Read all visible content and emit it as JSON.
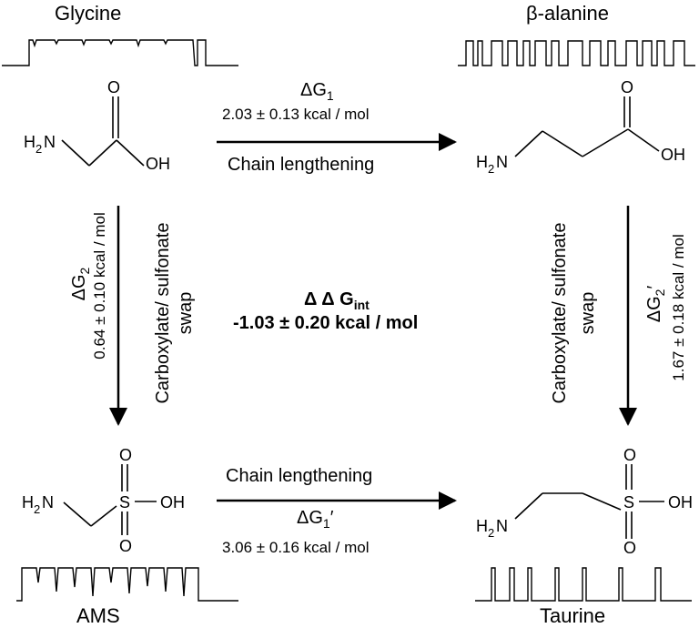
{
  "molecules": {
    "glycine": "Glycine",
    "beta_alanine": "β-alanine",
    "ams": "AMS",
    "taurine": "Taurine"
  },
  "top_arrow": {
    "delta": "ΔG",
    "sub": "1",
    "value": "2.03 ± 0.13 kcal / mol",
    "caption": "Chain lengthening"
  },
  "bottom_arrow": {
    "caption": "Chain lengthening",
    "delta": "ΔG",
    "sub": "1",
    "prime": "′",
    "value": "3.06 ± 0.16 kcal / mol"
  },
  "left_arrow": {
    "delta": "ΔG",
    "sub": "2",
    "value": "0.64 ± 0.10 kcal / mol",
    "caption_line1": "Carboxylate/ sulfonate",
    "caption_line2": "swap"
  },
  "right_arrow": {
    "delta": "ΔG",
    "sub": "2",
    "prime": "′",
    "value": "1.67 ± 0.18 kcal / mol",
    "caption_line1": "Carboxylate/ sulfonate",
    "caption_line2": "swap"
  },
  "center": {
    "ddg": "Δ Δ G",
    "sub": "int",
    "value": "-1.03 ± 0.20 kcal / mol"
  },
  "atoms": {
    "amine": "H",
    "amine_sub": "2",
    "n": "N",
    "hydroxyl": "OH",
    "oxygen": "O",
    "sulfur": "S",
    "s_oh": "OH"
  }
}
